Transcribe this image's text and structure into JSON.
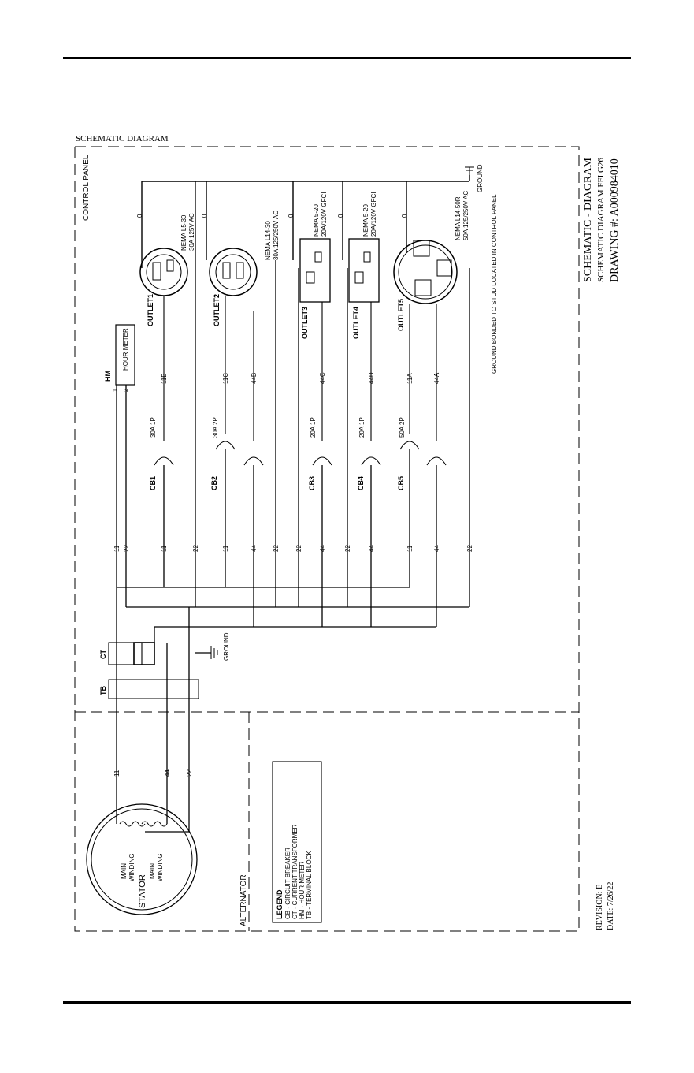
{
  "heading": "SCHEMATIC DIAGRAM",
  "control_panel": "CONTROL PANEL",
  "alternator": "ALTERNATOR",
  "ground": "GROUND",
  "ground_note": "GROUND BONDED TO STUD LOCATED IN CONTROL PANEL",
  "stator": "STATOR",
  "main_winding_1": [
    "MAIN",
    "WINDING"
  ],
  "main_winding_2": [
    "MAIN",
    "WINDING"
  ],
  "tb": "TB",
  "ct": "CT",
  "hm": "HM",
  "hour_meter": "HOUR METER",
  "legend": {
    "title": "LEGEND",
    "items": [
      "CB  -  CIRCUIT BREAKER",
      "CT  -  CURRENT TRANSFORMER",
      "HM  -  HOUR METER",
      "TB  -  TERMINAL BLOCK"
    ]
  },
  "breakers": [
    {
      "name": "CB1",
      "rating": "30A  1P"
    },
    {
      "name": "CB2",
      "rating": "30A  2P"
    },
    {
      "name": "CB3",
      "rating": "20A  1P"
    },
    {
      "name": "CB4",
      "rating": "20A  1P"
    },
    {
      "name": "CB5",
      "rating": "50A  2P"
    }
  ],
  "outlets": [
    {
      "name": "OUTLET1",
      "spec": [
        "NEMA L5-30",
        "30A 125V AC"
      ]
    },
    {
      "name": "OUTLET2",
      "spec": [
        "NEMA L14-30",
        "30A 125/250V AC"
      ]
    },
    {
      "name": "OUTLET3",
      "spec": [
        "NEMA 5-20",
        "20A/120V GFCI"
      ]
    },
    {
      "name": "OUTLET4",
      "spec": [
        "NEMA 5-20",
        "20A/120V GFCI"
      ]
    },
    {
      "name": "OUTLET5",
      "spec": [
        "NEMA L14-50R",
        "50A 125/250V AC"
      ]
    }
  ],
  "wire_labels": {
    "bottom_row": [
      "11",
      "22",
      "11",
      "22",
      "11",
      "44",
      "22",
      "22",
      "44",
      "22",
      "44",
      "11",
      "44",
      "22"
    ],
    "top_row": [
      "0",
      "0",
      "0",
      "0",
      "0"
    ],
    "hm_terms": [
      "1",
      "2"
    ],
    "mid_row": [
      "11B",
      "11C",
      "44B",
      "44C",
      "44D",
      "11A",
      "44A"
    ],
    "alt_row": [
      "11",
      "44",
      "22"
    ]
  },
  "title_block": {
    "title": "SCHEMATIC - DIAGRAM",
    "subtitle": "SCHEMATIC DIAGRAM FFI G26",
    "drawing": "DRAWING #: A000984010",
    "revision": "REVISION: E",
    "date": "DATE: 7/26/22"
  }
}
